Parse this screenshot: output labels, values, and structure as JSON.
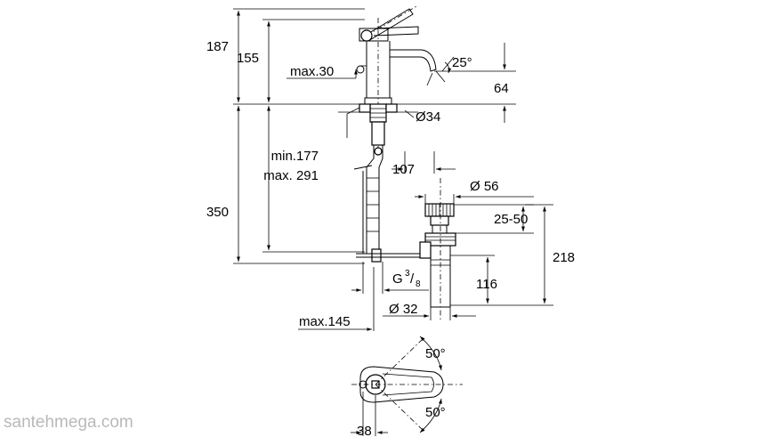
{
  "labels": {
    "d187": "187",
    "d155": "155",
    "max30": "max.30",
    "angle25": "25°",
    "d64": "64",
    "dia34": "Ø34",
    "min177": "min.177",
    "max291": "max. 291",
    "d107": "107",
    "dia56": "Ø 56",
    "d350": "350",
    "d2550": "25-50",
    "d218": "218",
    "g_prefix": "G",
    "g_num": "3",
    "g_den": "8",
    "d116": "116",
    "dia32": "Ø 32",
    "max145": "max.145",
    "angle50top": "50°",
    "angle50bottom": "50°",
    "d38": "38"
  },
  "watermark": "santehmega.com"
}
